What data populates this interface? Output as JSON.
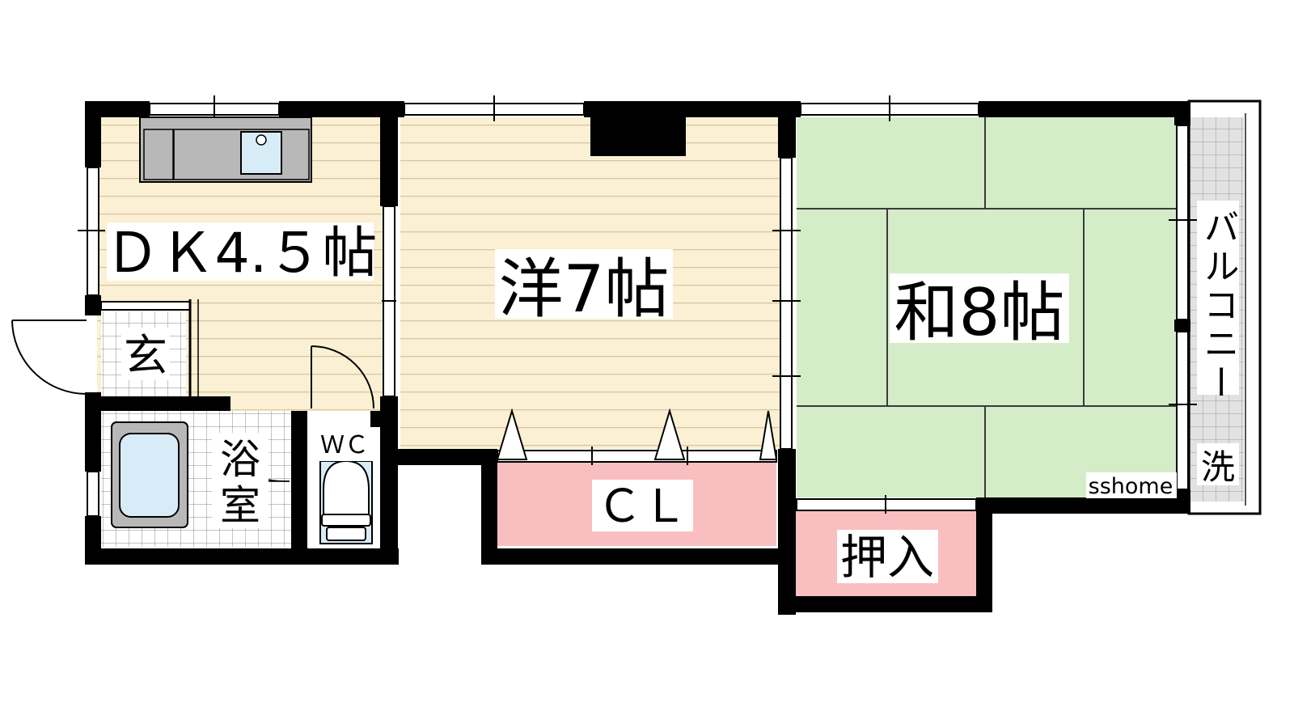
{
  "rooms": {
    "dk": "ＤＫ4.５帖",
    "western": "洋7帖",
    "japanese": "和8帖",
    "entrance": "玄",
    "bath_line1": "浴",
    "bath_line2": "室",
    "wc": "ＷＣ",
    "closet": "ＣＬ",
    "oshiire": "押入",
    "balcony": "バルコニー",
    "laundry": "洗"
  },
  "watermark": "sshome",
  "colors": {
    "wall": "#000000",
    "wood_floor": "#fbf0d4",
    "wood_line": "#d8c6a0",
    "tatami": "#d4ecc8",
    "storage": "#f9bfc0",
    "tile": "#d0d0d0",
    "fixture": "#b8b8b8",
    "water": "#d8ecf8"
  }
}
